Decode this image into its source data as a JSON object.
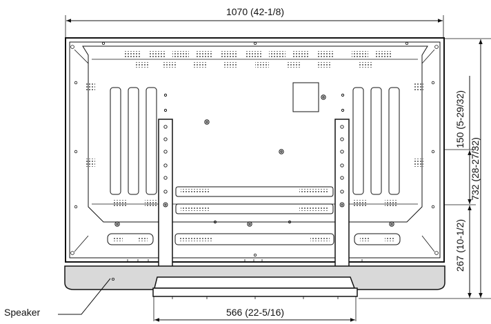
{
  "dimensions": {
    "overall_width": "1070 (42-1/8)",
    "stand_width": "566 (22-5/16)",
    "vesa_spacing": "150 (5-29/32)",
    "mount_height": "732 (28-27/32)",
    "stand_height": "267 (10-1/2)"
  },
  "callouts": {
    "speaker": "Speaker"
  },
  "colors": {
    "line": "#111111",
    "speaker_fill": "#d9d9d9",
    "background": "#ffffff"
  }
}
